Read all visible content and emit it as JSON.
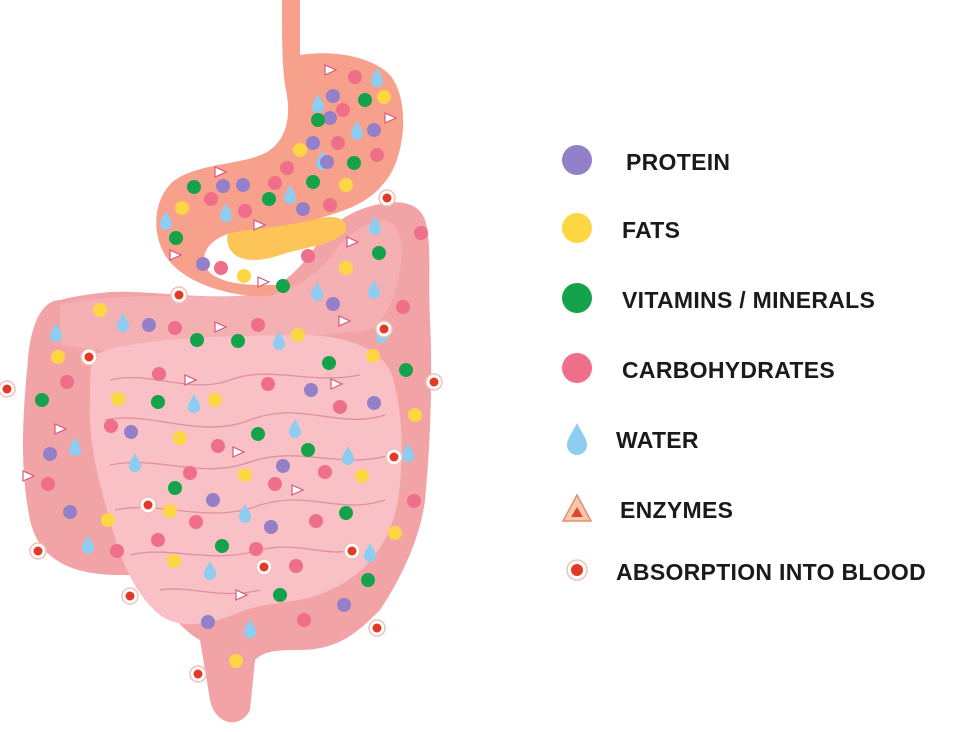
{
  "colors": {
    "protein": "#9480c8",
    "fats": "#fdd743",
    "vitamins": "#14a34a",
    "carbohydrates": "#ef6f8a",
    "water": "#8ecdf0",
    "enzyme_fill": "#f6c9a9",
    "enzyme_core": "#e0453a",
    "blood": "#e23a26",
    "esophagus_stomach": "#f7a08b",
    "large_intestine": "#f2a3a6",
    "small_intestine": "#f9c1c6",
    "pancreas": "#fdc457"
  },
  "legend": [
    {
      "key": "protein",
      "label": "PROTEIN",
      "icon": "protein-circle-icon"
    },
    {
      "key": "fats",
      "label": "FATS",
      "icon": "fats-circle-icon"
    },
    {
      "key": "vitamins",
      "label": "VITAMINS / MINERALS",
      "icon": "vitamins-circle-icon"
    },
    {
      "key": "carbohydrates",
      "label": "CARBOHYDRATES",
      "icon": "carbohydrates-circle-icon"
    },
    {
      "key": "water",
      "label": "WATER",
      "icon": "water-drop-icon"
    },
    {
      "key": "enzymes",
      "label": "ENZYMES",
      "icon": "enzyme-triangle-icon"
    },
    {
      "key": "blood",
      "label": "ABSORPTION INTO BLOOD",
      "icon": "blood-dot-icon"
    }
  ]
}
